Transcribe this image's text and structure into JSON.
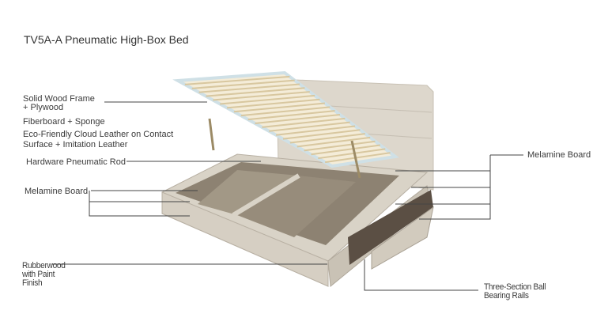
{
  "title": "TV5A-A Pneumatic High-Box Bed",
  "labels": {
    "frame_l1": "Solid Wood Frame",
    "frame_l2": "+ Plywood",
    "fiberboard": "Fiberboard + Sponge",
    "leather_l1": "Eco-Friendly Cloud Leather on Contact",
    "leather_l2": "Surface + Imitation Leather",
    "rod": "Hardware Pneumatic Rod",
    "melamine_left": "Melamine Board",
    "rubber_l1": "Rubberwood",
    "rubber_l2": "with Paint",
    "rubber_l3": "Finish",
    "melamine_right": "Melamine Board",
    "rails_l1": "Three-Section Ball",
    "rails_l2": "Bearing Rails"
  },
  "colors": {
    "leader": "#444444",
    "bed": "#d8d2c6",
    "interior": "#8b7f70",
    "slats": "#e9d9b6",
    "frame": "#cfe0e6"
  }
}
